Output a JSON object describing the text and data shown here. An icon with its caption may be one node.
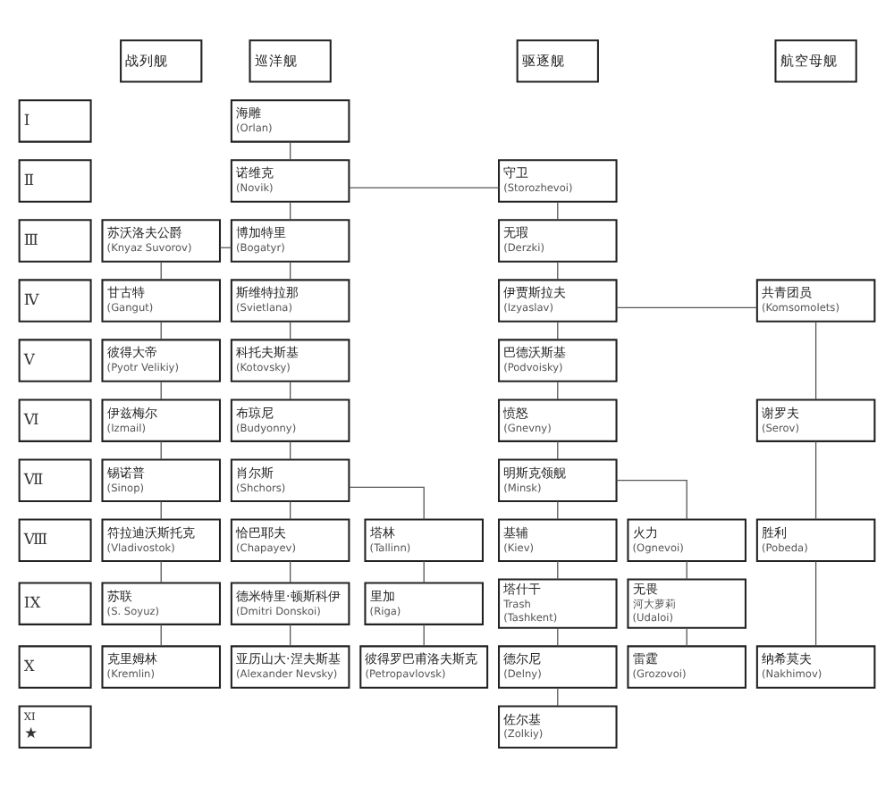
{
  "diagram": {
    "nodes": [
      {
        "text": [
          "战列舰"
        ]
      },
      {
        "text": [
          "巡洋舰"
        ]
      },
      {
        "text": [
          "驱逐舰"
        ]
      },
      {
        "text": [
          "航空母舰"
        ]
      },
      {
        "text": [
          "Ⅰ"
        ]
      },
      {
        "text": [
          "海雕",
          "(Orlan)"
        ]
      },
      {
        "text": [
          "Ⅱ"
        ]
      },
      {
        "text": [
          "诺维克",
          "(Novik)"
        ]
      },
      {
        "text": [
          "守卫",
          "(Storozhevoi)"
        ]
      },
      {
        "text": [
          "Ⅲ"
        ]
      },
      {
        "text": [
          "苏沃洛夫公爵",
          "(Knyaz Suvorov)"
        ]
      },
      {
        "text": [
          "博加特里",
          "(Bogatyr)"
        ]
      },
      {
        "text": [
          "无瑕",
          "(Derzki)"
        ]
      },
      {
        "text": [
          "Ⅳ"
        ]
      },
      {
        "text": [
          "甘古特",
          "(Gangut)"
        ]
      },
      {
        "text": [
          "斯维特拉那",
          "(Svietlana)"
        ]
      },
      {
        "text": [
          "伊贾斯拉夫",
          "(Izyaslav)"
        ]
      },
      {
        "text": [
          "共青团员",
          "(Komsomolets)"
        ]
      },
      {
        "text": [
          "Ⅴ"
        ]
      },
      {
        "text": [
          "彼得大帝",
          "(Pyotr Velikiy)"
        ]
      },
      {
        "text": [
          "科托夫斯基",
          "(Kotovsky)"
        ]
      },
      {
        "text": [
          "巴德沃斯基",
          "(Podvoisky)"
        ]
      },
      {
        "text": [
          "Ⅵ"
        ]
      },
      {
        "text": [
          "伊兹梅尔",
          "(Izmail)"
        ]
      },
      {
        "text": [
          "布琼尼",
          "(Budyonny)"
        ]
      },
      {
        "text": [
          "愤怒",
          "(Gnevny)"
        ]
      },
      {
        "text": [
          "谢罗夫",
          "(Serov)"
        ]
      },
      {
        "text": [
          "Ⅶ"
        ]
      },
      {
        "text": [
          "锡诺普",
          "(Sinop)"
        ]
      },
      {
        "text": [
          "肖尔斯",
          "(Shchors)"
        ]
      },
      {
        "text": [
          "明斯克领舰",
          "(Minsk)"
        ]
      },
      {
        "text": [
          "Ⅷ"
        ]
      },
      {
        "text": [
          "符拉迪沃斯托克",
          "(Vladivostok)"
        ]
      },
      {
        "text": [
          "恰巴耶夫",
          "(Chapayev)"
        ]
      },
      {
        "text": [
          "塔林",
          "(Tallinn)"
        ]
      },
      {
        "text": [
          "基辅",
          "(Kiev)"
        ]
      },
      {
        "text": [
          "火力",
          "(Ognevoi)"
        ]
      },
      {
        "text": [
          "胜利",
          "(Pobeda)"
        ]
      },
      {
        "text": [
          "IX"
        ]
      },
      {
        "text": [
          "苏联",
          "(S. Soyuz)"
        ]
      },
      {
        "text": [
          "德米特里·顿斯科伊",
          "(Dmitri Donskoi)"
        ]
      },
      {
        "text": [
          "里加",
          "(Riga)"
        ]
      },
      {
        "text": [
          "塔什干",
          "Trash",
          "(Tashkent)"
        ]
      },
      {
        "text": [
          "无畏",
          "河大萝莉",
          "(Udaloi)"
        ]
      },
      {
        "text": [
          "X"
        ]
      },
      {
        "text": [
          "克里姆林",
          "(Kremlin)"
        ]
      },
      {
        "text": [
          "亚历山大·涅夫斯基",
          "(Alexander Nevsky)"
        ]
      },
      {
        "text": [
          "彼得罗巴甫洛夫斯克",
          "(Petropavlovsk)"
        ]
      },
      {
        "text": [
          "德尔尼",
          "(Delny)"
        ]
      },
      {
        "text": [
          "雷霆",
          "(Grozovoi)"
        ]
      },
      {
        "text": [
          "纳希莫夫",
          "(Nakhimov)"
        ]
      },
      {
        "text": [
          "XI",
          "★"
        ]
      },
      {
        "text": [
          "佐尔基",
          "(Zolkiy)"
        ]
      }
    ],
    "edges": [
      {
        "from": 5,
        "to": 7,
        "arrow": "none"
      },
      {
        "from": 7,
        "to": 8,
        "arrow": "none"
      },
      {
        "from": 7,
        "to": 11,
        "arrow": "none"
      },
      {
        "from": 8,
        "to": 12,
        "arrow": "none"
      },
      {
        "from": 10,
        "to": 11,
        "arrow": "none"
      },
      {
        "from": 10,
        "to": 14,
        "arrow": "none"
      },
      {
        "from": 11,
        "to": 15,
        "arrow": "none"
      },
      {
        "from": 12,
        "to": 16,
        "arrow": "none"
      },
      {
        "from": 16,
        "to": 17,
        "arrow": "none"
      },
      {
        "from": 14,
        "to": 19,
        "arrow": "none"
      },
      {
        "from": 15,
        "to": 20,
        "arrow": "none"
      },
      {
        "from": 16,
        "to": 21,
        "arrow": "none"
      },
      {
        "from": 17,
        "to": 26,
        "arrow": "none"
      },
      {
        "from": 19,
        "to": 23,
        "arrow": "none"
      },
      {
        "from": 20,
        "to": 24,
        "arrow": "none"
      },
      {
        "from": 21,
        "to": 25,
        "arrow": "none"
      },
      {
        "from": 23,
        "to": 28,
        "arrow": "none"
      },
      {
        "from": 24,
        "to": 29,
        "arrow": "none"
      },
      {
        "from": 25,
        "to": 30,
        "arrow": "none"
      },
      {
        "from": 26,
        "to": 37,
        "arrow": "none"
      },
      {
        "from": 28,
        "to": 32,
        "arrow": "none"
      },
      {
        "from": 29,
        "to": 33,
        "arrow": "none"
      },
      {
        "from": 29,
        "to": 34,
        "arrow": "none"
      },
      {
        "from": 30,
        "to": 35,
        "arrow": "none"
      },
      {
        "from": 30,
        "to": 36,
        "arrow": "none"
      },
      {
        "from": 32,
        "to": 39,
        "arrow": "none"
      },
      {
        "from": 33,
        "to": 40,
        "arrow": "none"
      },
      {
        "from": 34,
        "to": 41,
        "arrow": "none"
      },
      {
        "from": 35,
        "to": 42,
        "arrow": "none"
      },
      {
        "from": 36,
        "to": 43,
        "arrow": "none"
      },
      {
        "from": 37,
        "to": 50,
        "arrow": "none"
      },
      {
        "from": 39,
        "to": 45,
        "arrow": "none"
      },
      {
        "from": 40,
        "to": 46,
        "arrow": "none"
      },
      {
        "from": 41,
        "to": 47,
        "arrow": "none"
      },
      {
        "from": 42,
        "to": 48,
        "arrow": "none"
      },
      {
        "from": 43,
        "to": 49,
        "arrow": "none"
      },
      {
        "from": 48,
        "to": 52,
        "arrow": "none"
      }
    ]
  }
}
